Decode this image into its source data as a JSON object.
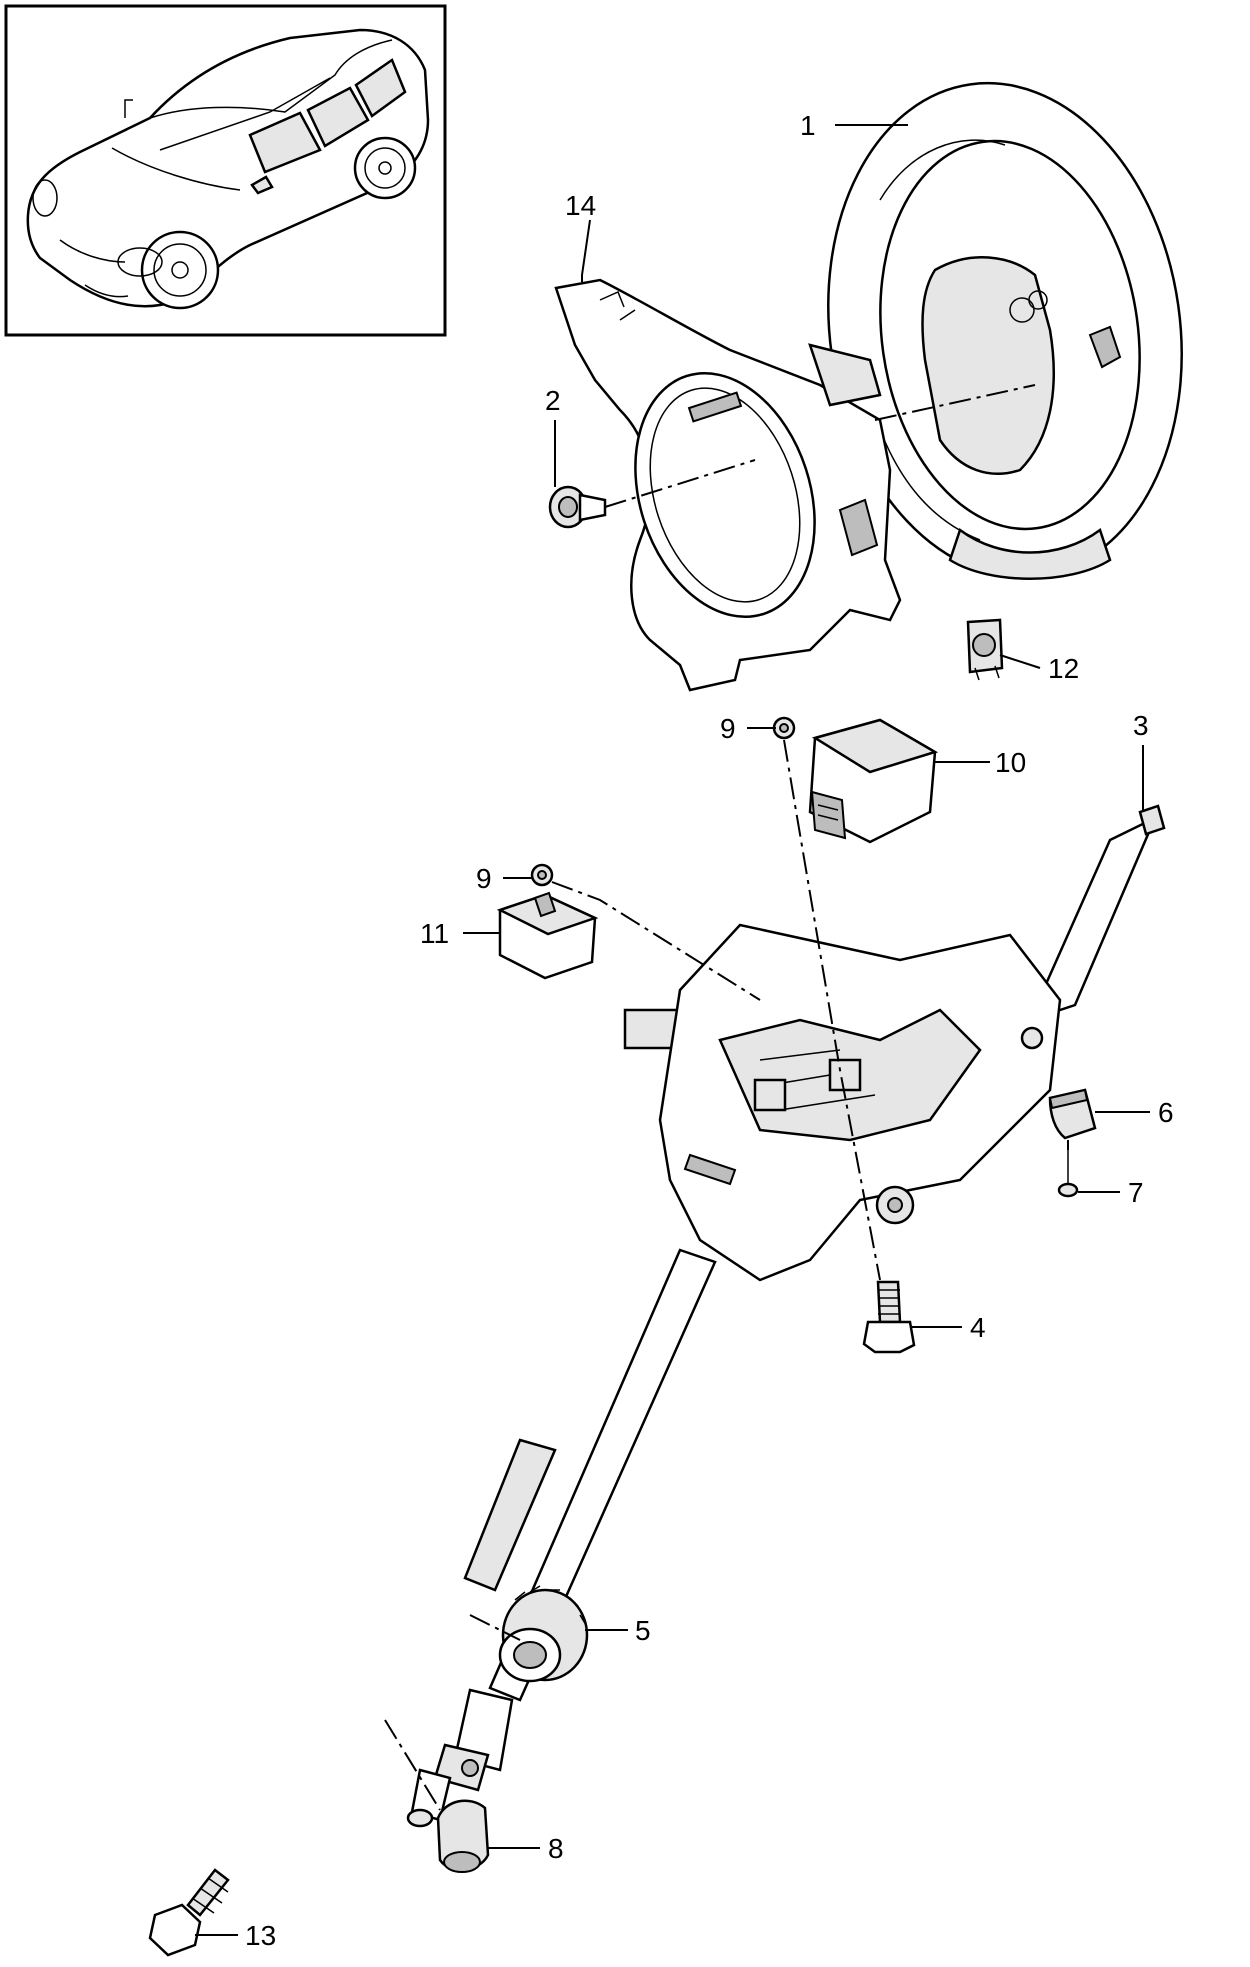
{
  "callouts": {
    "c1": "1",
    "c2": "2",
    "c3": "3",
    "c4": "4",
    "c5": "5",
    "c6": "6",
    "c7": "7",
    "c8": "8",
    "c9a": "9",
    "c9b": "9",
    "c10": "10",
    "c11": "11",
    "c12": "12",
    "c13": "13",
    "c14": "14"
  },
  "parts": [
    "steering-wheel",
    "bolt",
    "steering-column",
    "hex-bolt",
    "grommet",
    "cap",
    "screw",
    "boot",
    "nut",
    "control-unit",
    "switch-module",
    "clip",
    "flange-bolt",
    "trim-cover"
  ]
}
